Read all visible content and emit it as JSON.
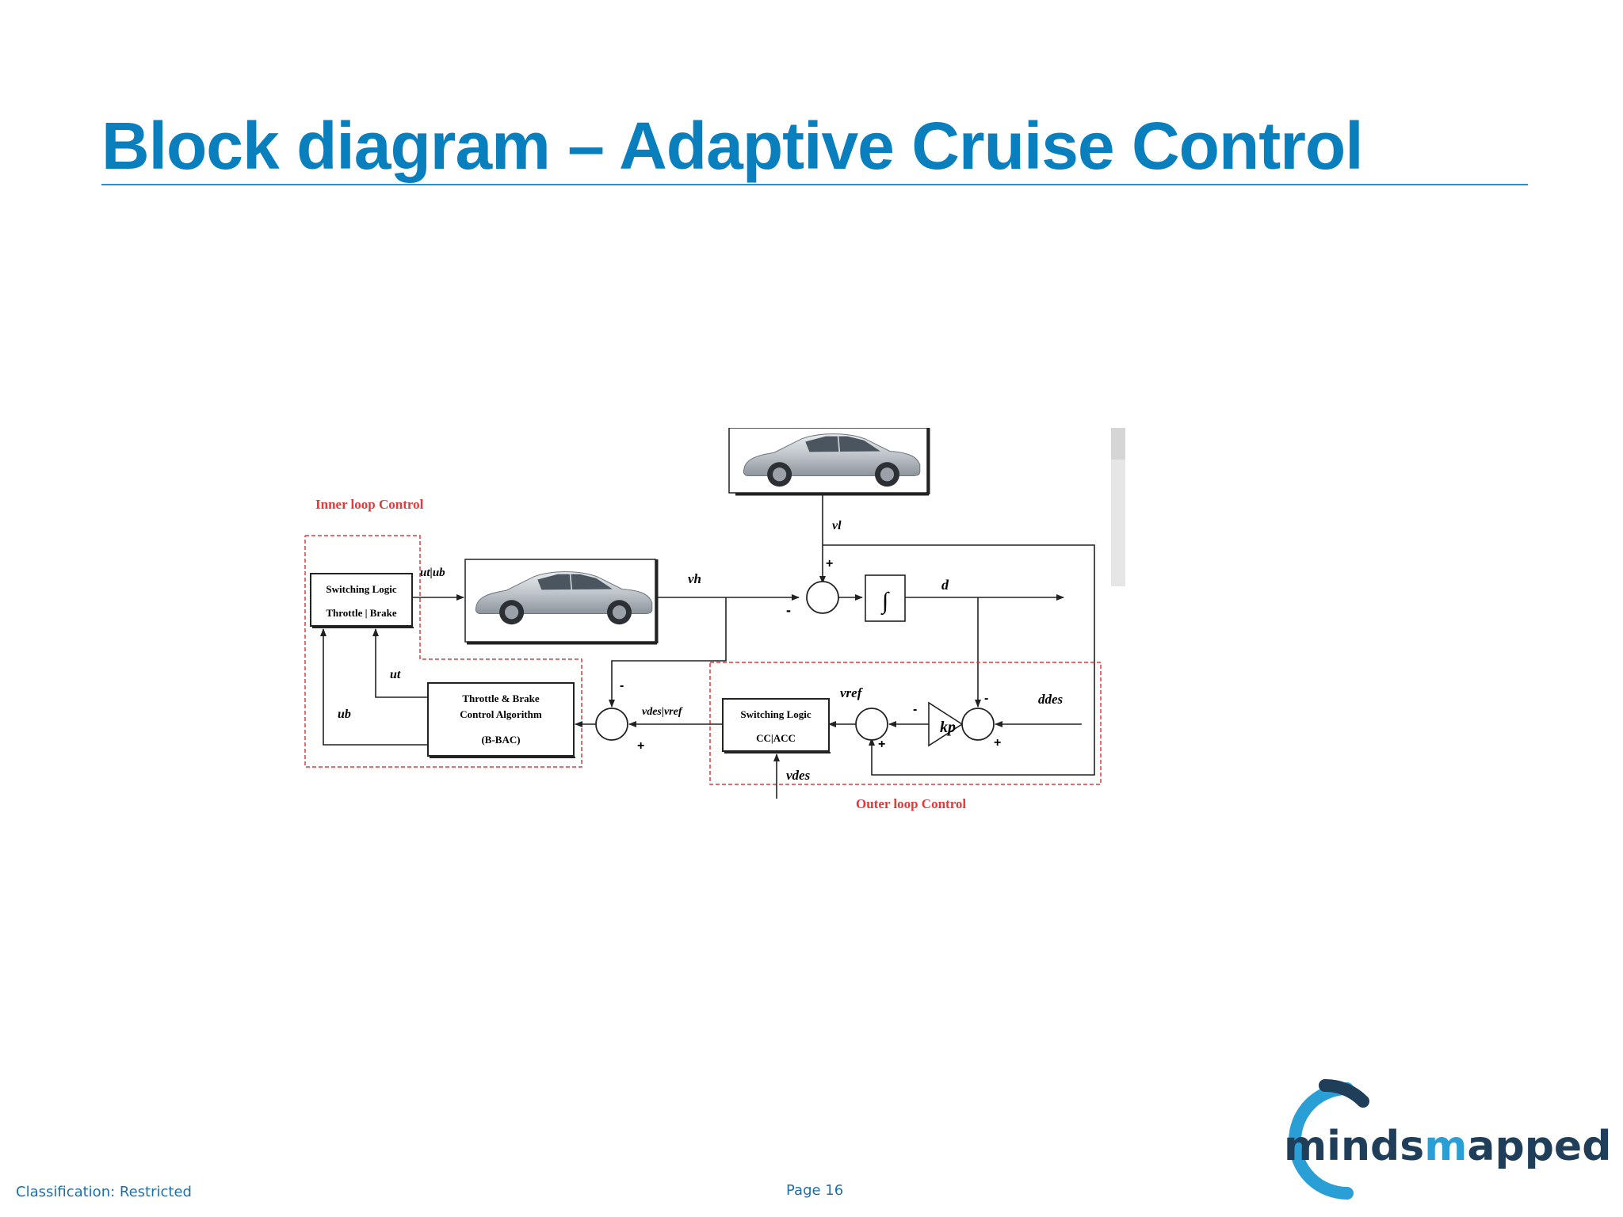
{
  "slide": {
    "title": "Block diagram – Adaptive Cruise Control",
    "title_color": "#0a7fbe",
    "rule_color": "#2e8fc4"
  },
  "diagram": {
    "inner_loop_label": "Inner loop Control",
    "outer_loop_label": "Outer loop Control",
    "switching_logic_1": {
      "line1": "Switching Logic",
      "line2": "Throttle | Brake"
    },
    "throttle_brake": {
      "line1": "Throttle & Brake",
      "line2": "Control Algorithm",
      "line3": "(B-BAC)"
    },
    "switching_logic_2": {
      "line1": "Switching Logic",
      "line2": "CC|ACC"
    },
    "signals": {
      "ut_ub": "ut|ub",
      "vh": "vh",
      "vl": "vl",
      "d": "d",
      "ut": "ut",
      "ub": "ub",
      "vdes_vref": "vdes|vref",
      "vref": "vref",
      "kp": "kp",
      "ddes": "ddes",
      "vdes": "vdes",
      "integral": "∫"
    },
    "signs": {
      "plus": "+",
      "minus": "-"
    },
    "loop_color": "#e03a3a"
  },
  "footer": {
    "classification": "Classification: Restricted",
    "page": "Page 16",
    "text_color": "#1f6fa8"
  },
  "logo": {
    "part1": "mind",
    "part2": "s",
    "part3": "m",
    "part4": "apped",
    "dark_color": "#1f3e5a",
    "accent_color": "#2a9fd6"
  }
}
